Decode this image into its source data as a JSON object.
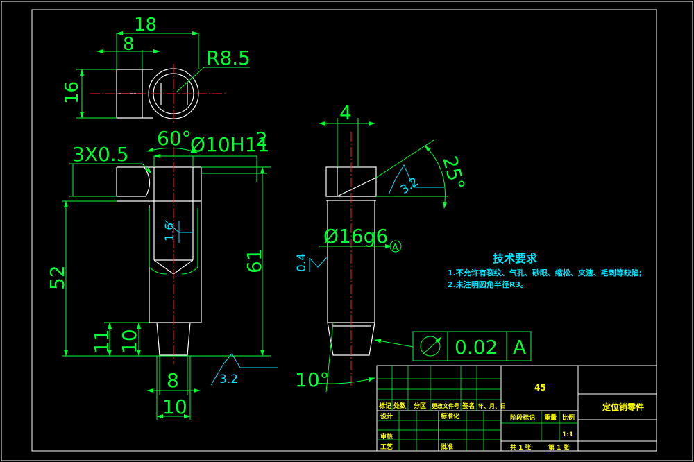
{
  "dimensions": {
    "top_view": {
      "d18": "18",
      "d8": "8",
      "d16": "16",
      "radius": "R8.5"
    },
    "front_view": {
      "angle_60": "60°",
      "bore": "Ø10H11",
      "d2": "2",
      "chamfer": "3X0.5",
      "d52": "52",
      "d61": "61",
      "d11": "11",
      "d10": "10",
      "d8_bottom": "8",
      "d10_bottom": "10",
      "rough_16": "1.6",
      "rough_32": "3.2"
    },
    "side_view": {
      "d4": "4",
      "angle_25": "25°",
      "rough_32": "3.2",
      "shaft": "Ø16g6",
      "datum_ref": "A",
      "rough_04": "0.4",
      "angle_10": "10°"
    }
  },
  "tolerance_frame": {
    "value": "0.02",
    "datum": "A"
  },
  "technical_requirements": {
    "title": "技术要求",
    "lines": [
      "1.不允许有裂纹、气孔、砂眼、缩松、夹渣、毛刺等缺陷;",
      "2.未注明圆角半径R3。"
    ]
  },
  "title_block": {
    "material": "45",
    "part_name": "定位销零件",
    "scale": "1:1",
    "headers": [
      "标记",
      "处数",
      "分区",
      "更改文件号",
      "签名",
      "年、月、日"
    ],
    "labels": {
      "design": "设计",
      "standardize": "标准化",
      "review": "审核",
      "process": "工艺",
      "approve": "批准",
      "stage_mark": "阶段标记",
      "weight": "重量",
      "ratio": "比例",
      "total_sheets": "共 1 张",
      "sheet_no": "第 1 张"
    }
  }
}
